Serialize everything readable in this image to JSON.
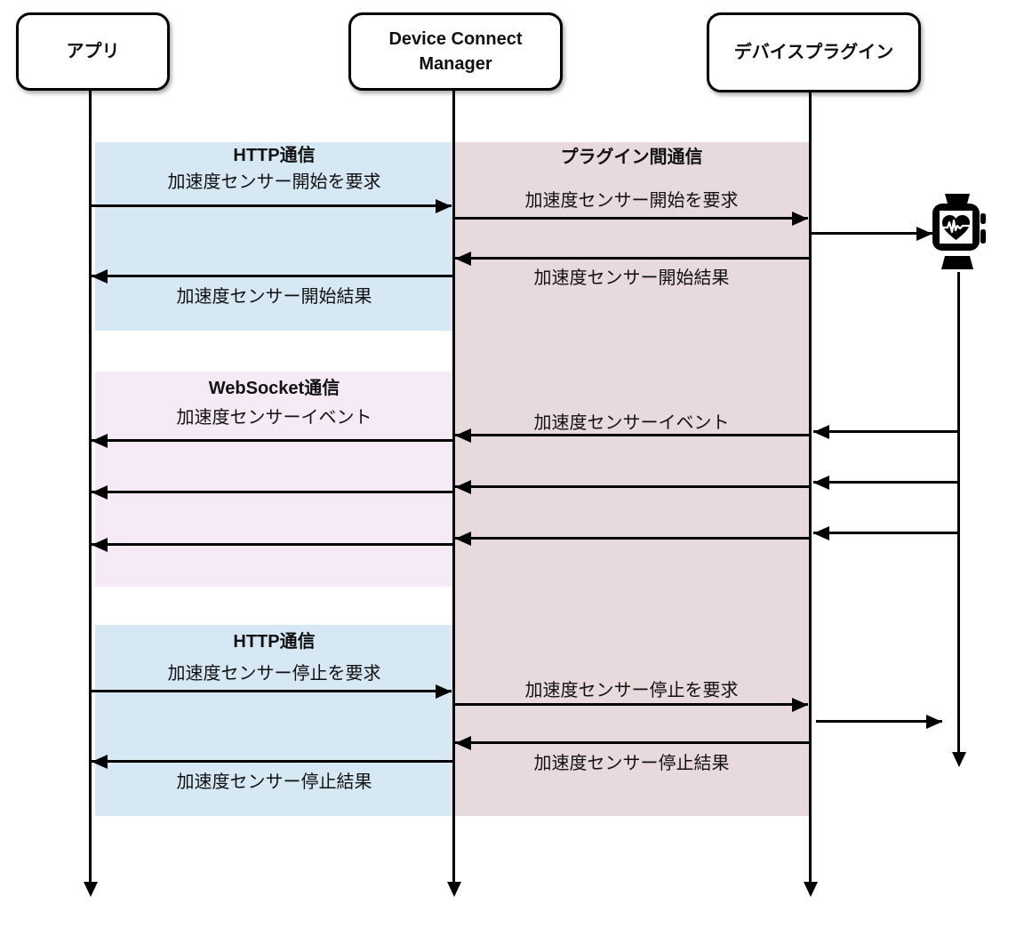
{
  "colors": {
    "http_band": "#d7e8f5",
    "plugin_band": "#e8d9dd",
    "websocket_band": "#f6eaf7",
    "line": "#000000"
  },
  "actors": {
    "app": "アプリ",
    "manager": "Device Connect Manager",
    "plugin": "デバイスプラグイン"
  },
  "bands": {
    "http_start_title": "HTTP通信",
    "plugin_title": "プラグイン間通信",
    "websocket_title": "WebSocket通信",
    "http_stop_title": "HTTP通信"
  },
  "messages": {
    "start_request_app": "加速度センサー開始を要求",
    "start_request_plugin": "加速度センサー開始を要求",
    "start_result_plugin": "加速度センサー開始結果",
    "start_result_app": "加速度センサー開始結果",
    "event_app": "加速度センサーイベント",
    "event_plugin": "加速度センサーイベント",
    "stop_request_app": "加速度センサー停止を要求",
    "stop_request_plugin": "加速度センサー停止を要求",
    "stop_result_plugin": "加速度センサー停止結果",
    "stop_result_app": "加速度センサー停止結果"
  },
  "icons": {
    "watch": "smartwatch-heartrate-icon"
  }
}
